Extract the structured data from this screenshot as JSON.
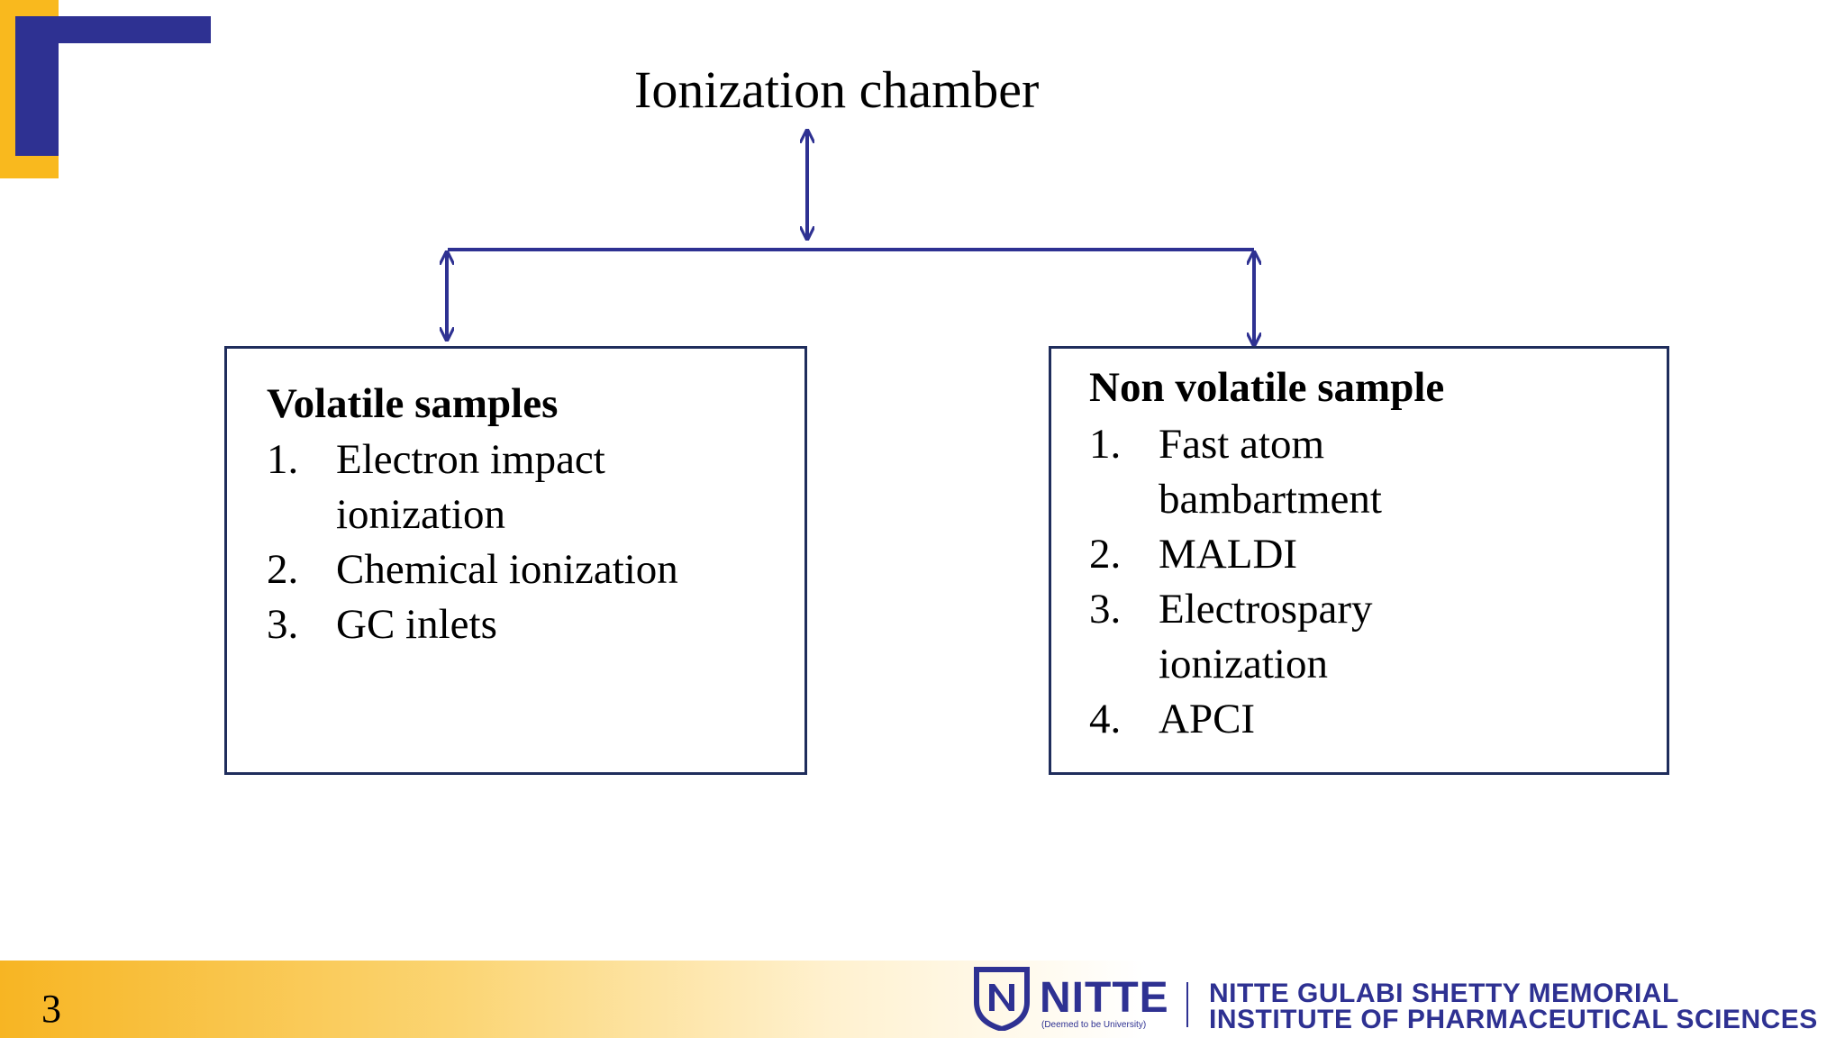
{
  "slide": {
    "title": "Ionization chamber",
    "page_number": "3"
  },
  "left_box": {
    "heading": "Volatile samples",
    "items": [
      {
        "num": "1.",
        "lines": [
          "Electron impact",
          "ionization"
        ]
      },
      {
        "num": "2.",
        "lines": [
          "Chemical ionization"
        ]
      },
      {
        "num": "3.",
        "lines": [
          "GC inlets"
        ]
      }
    ]
  },
  "right_box": {
    "heading": "Non volatile sample",
    "items": [
      {
        "num": "1.",
        "lines": [
          "Fast atom",
          "bambartment"
        ]
      },
      {
        "num": "2.",
        "lines": [
          "MALDI"
        ]
      },
      {
        "num": "3.",
        "lines": [
          "Electrospary",
          "ionization"
        ]
      },
      {
        "num": "4.",
        "lines": [
          "APCI"
        ]
      }
    ]
  },
  "footer": {
    "logo_name": "NITTE",
    "logo_subtext": "(Deemed to be University)",
    "institute_line_1": "NITTE GULABI SHETTY MEMORIAL",
    "institute_line_2": "INSTITUTE OF PHARMACEUTICAL SCIENCES"
  },
  "colors": {
    "accent_blue": "#2e3192",
    "accent_yellow": "#f9b91e",
    "box_border": "#1f2d5c"
  }
}
